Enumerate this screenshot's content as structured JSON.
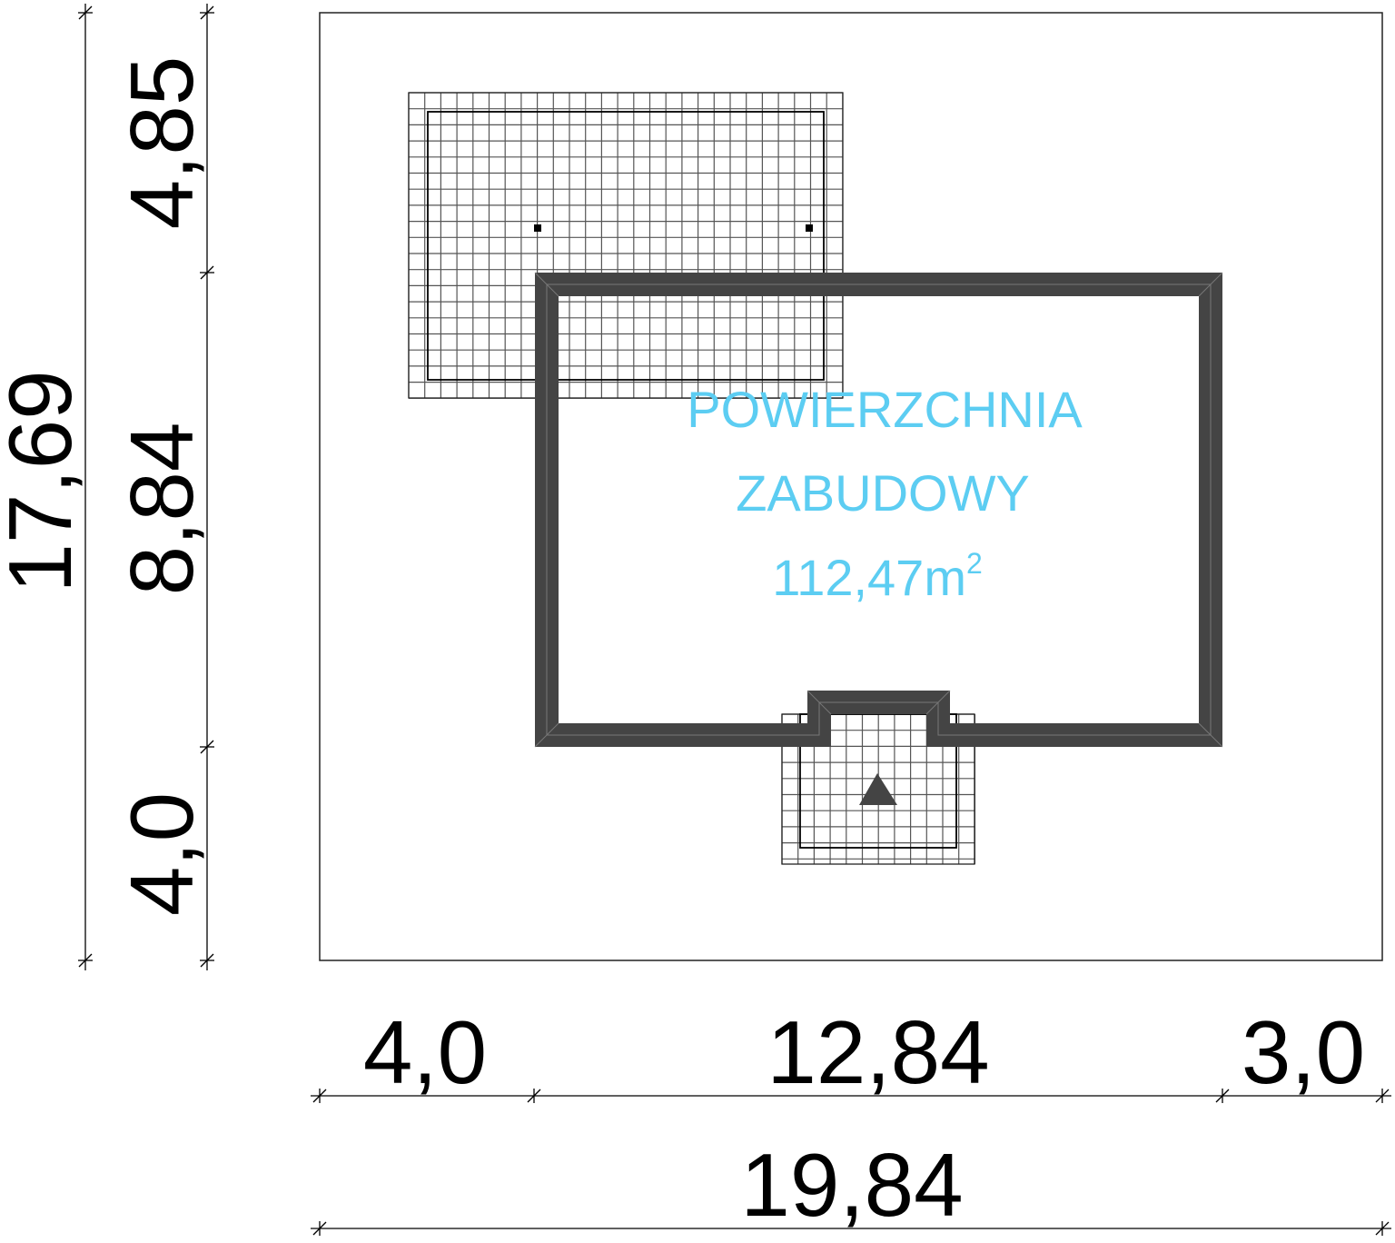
{
  "area_label": {
    "line1": "POWIERZCHNIA",
    "line2": "ZABUDOWY",
    "value": "112,47m",
    "unit_exponent": "2"
  },
  "dimensions": {
    "vertical_total": "17,69",
    "vertical_top": "4,85",
    "vertical_middle": "8,84",
    "vertical_bottom": "4,0",
    "horizontal_left": "4,0",
    "horizontal_middle": "12,84",
    "horizontal_right": "3,0",
    "horizontal_total": "19,84"
  },
  "colors": {
    "wall": "#444444",
    "area_text": "#5ccdf2",
    "line": "#000000"
  }
}
